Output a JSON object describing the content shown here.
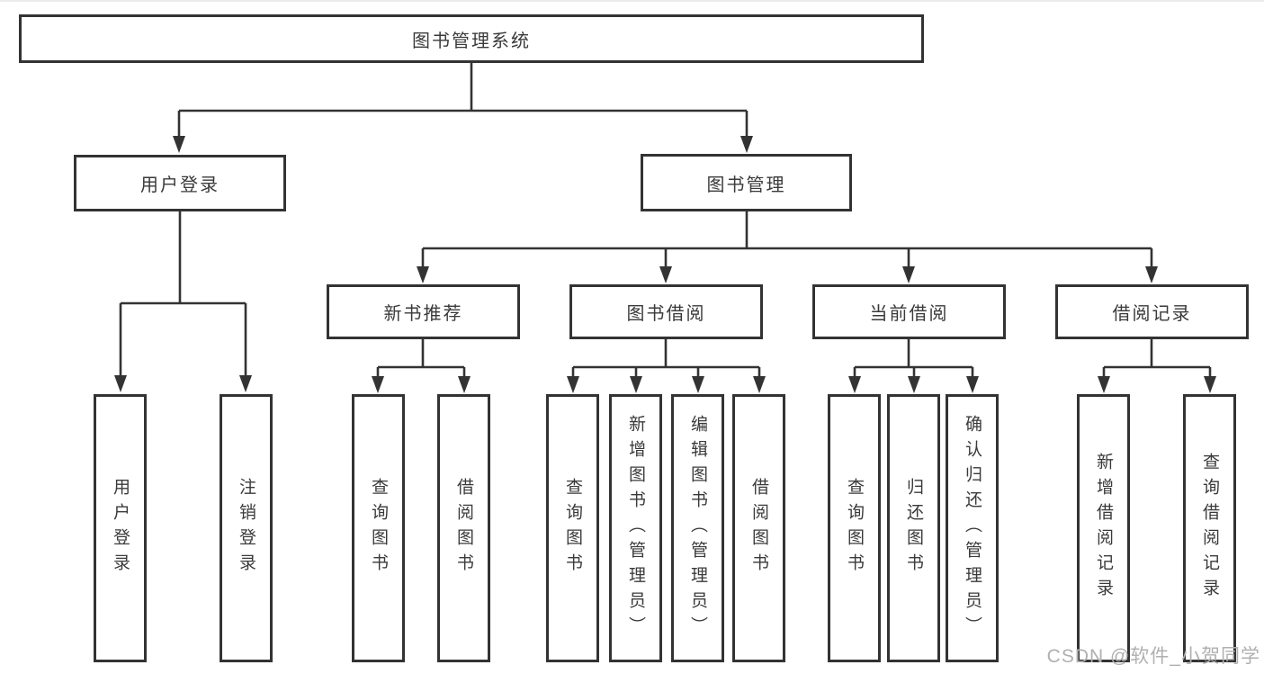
{
  "tree": {
    "root": "图书管理系统",
    "user_login": {
      "label": "用户登录",
      "leaves": [
        "用户登录",
        "注销登录"
      ]
    },
    "book_mgmt": {
      "label": "图书管理"
    },
    "new_book": {
      "label": "新书推荐",
      "leaves": [
        "查询图书",
        "借阅图书"
      ]
    },
    "book_borrow": {
      "label": "图书借阅",
      "leaves": [
        "查询图书",
        "新增图书（管理员）",
        "编辑图书（管理员）",
        "借阅图书"
      ]
    },
    "current_borrow": {
      "label": "当前借阅",
      "leaves": [
        "查询图书",
        "归还图书",
        "确认归还（管理员）"
      ]
    },
    "borrow_record": {
      "label": "借阅记录",
      "leaves": [
        "新增借阅记录",
        "查询借阅记录"
      ]
    }
  },
  "watermark": "CSDN @软件_小贺同学",
  "colors": {
    "line": "#333333",
    "box_border": "#333333",
    "box_fill": "#ffffff",
    "text": "#3a3a3a",
    "watermark": "#b0b0b0",
    "background": "#ffffff"
  }
}
